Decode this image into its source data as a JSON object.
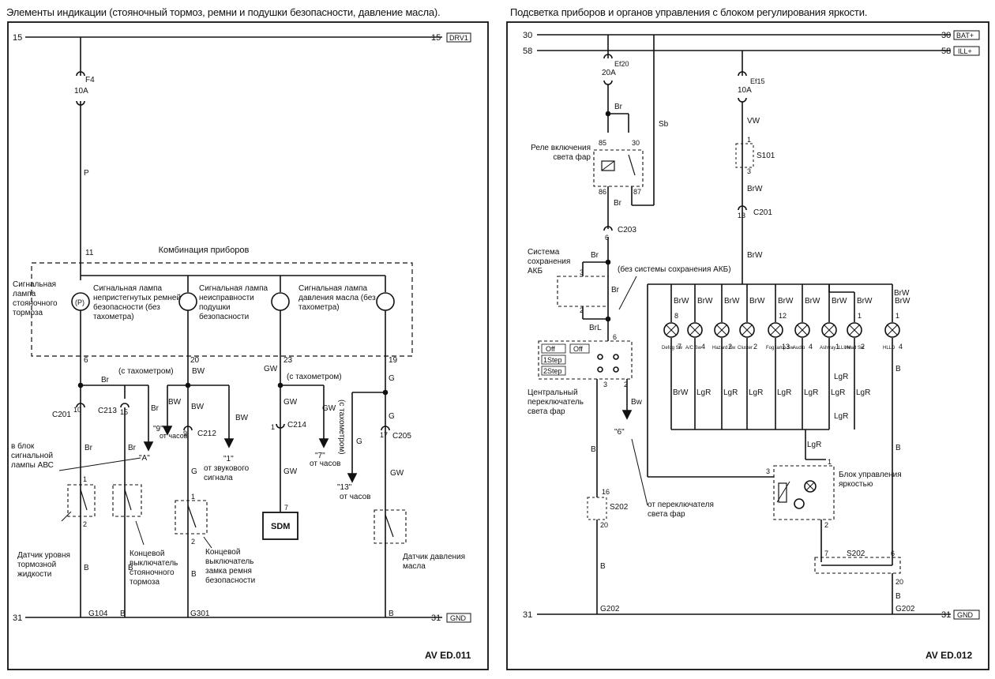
{
  "left_panel": {
    "title": "Элементы индикации (стояночный тормоз, ремни и подушки безопасности, давление масла).",
    "rail_15": "15",
    "rail_15_tag": "DRV1",
    "rail_31": "31",
    "rail_31_tag": "GND",
    "fuse_name": "F4",
    "fuse_rating": "10A",
    "wire_p": "P",
    "pin_11": "11",
    "cluster_title": "Комбинация приборов",
    "lamp1": "Сигнальная лампа стояночного тормоза",
    "lamp2": "Сигнальная лампа непристегнутых ремней безопасности (без тахометра)",
    "lamp3": "Сигнальная лампа неисправности подушки безопасности",
    "lamp4": "Сигнальная лампа давления масла (без тахометра)",
    "pin_6": "6",
    "pin_20": "20",
    "pin_23": "23",
    "pin_19": "19",
    "with_tacho_1": "(с тахометром)",
    "with_tacho_2": "(с тахометром)",
    "with_tacho_3": "(с тахометром)",
    "wire_br": "Br",
    "wire_bw": "BW",
    "wire_gw": "GW",
    "wire_g": "G",
    "wire_b": "B",
    "c201": "C201",
    "c201_pin": "10",
    "c213": "C213",
    "c213_pin": "15",
    "c212": "C212",
    "c212_pin": "9",
    "c214": "C214",
    "c214_pin": "1",
    "c205": "C205",
    "c205_pin": "17",
    "ref_a": "\"A\"",
    "ref_a_text": "в блок сигнальной лампы АВС",
    "ref_9": "\"9\"",
    "ref_9_text": "от часов",
    "ref_1": "\"1\"",
    "ref_1_text": "от звукового сигнала",
    "ref_7": "\"7\"",
    "ref_7_text": "от часов",
    "ref_13": "\"13\"",
    "ref_13_text": "от часов",
    "sdm": "SDM",
    "sdm_pin": "7",
    "sensor1": "Датчик уровня тормозной жидкости",
    "switch1": "Концевой выключатель стояночного тормоза",
    "switch2": "Концевой выключатель замка ремня безопасности",
    "sensor2": "Датчик давления масла",
    "sw_pin1": "1",
    "sw_pin2": "2",
    "g104": "G104",
    "g301": "G301",
    "code": "AV ED.011"
  },
  "right_panel": {
    "title": "Подсветка приборов и органов управления с блоком регулирования яркости.",
    "rail_30": "30",
    "rail_30_tag": "BAT+",
    "rail_58": "58",
    "rail_58_tag": "ILL+",
    "rail_31": "31",
    "rail_31_tag": "GND",
    "ef20": "Ef20",
    "ef20_rating": "20A",
    "ef15": "Ef15",
    "ef15_rating": "10A",
    "wire_br": "Br",
    "wire_sb": "Sb",
    "wire_vw": "VW",
    "wire_brw": "BrW",
    "wire_brl": "BrL",
    "wire_bw": "Bw",
    "wire_b": "B",
    "wire_lgr": "LgR",
    "relay_label": "Реле включения света фар",
    "relay_85": "85",
    "relay_30": "30",
    "relay_86": "86",
    "relay_87": "87",
    "s101": "S101",
    "c201": "C201",
    "c201_pin": "13",
    "c203": "C203",
    "c203_pin": "6",
    "battery_saver": "Система сохранения АКБ",
    "no_battery_saver": "(без системы сохранения АКБ)",
    "main_switch": "Центральный переключатель света фар",
    "switch_off": "Off",
    "switch_step1": "1Step",
    "switch_step2": "2Step",
    "ref_6": "\"6\"",
    "ref_6_text": "от переключателя света фар",
    "s202": "S202",
    "s202_pin16": "16",
    "s202_pin20": "20",
    "dimmer": "Блок управления яркостью",
    "g202": "G202",
    "lamps": [
      {
        "pin": "8",
        "pin_b": "7",
        "name": "Defog Sw"
      },
      {
        "pin": "",
        "pin_b": "4",
        "name": "A/C Sw"
      },
      {
        "pin": "",
        "pin_b": "2",
        "name": "Hazard Sw"
      },
      {
        "pin": "",
        "pin_b": "2",
        "name": "Cluster"
      },
      {
        "pin": "12",
        "pin_b": "13",
        "name": "Fog lamp Sw"
      },
      {
        "pin": "",
        "pin_b": "4",
        "name": "Audio"
      },
      {
        "pin": "",
        "pin_b": "1",
        "name": "Ashtray ILLUM"
      },
      {
        "pin": "1",
        "pin_b": "2",
        "name": "Head Sw"
      },
      {
        "pin": "2",
        "pin_b": "",
        "name": ""
      },
      {
        "pin": "1",
        "pin_b": "4",
        "name": "HLLD"
      }
    ],
    "code": "AV ED.012"
  }
}
